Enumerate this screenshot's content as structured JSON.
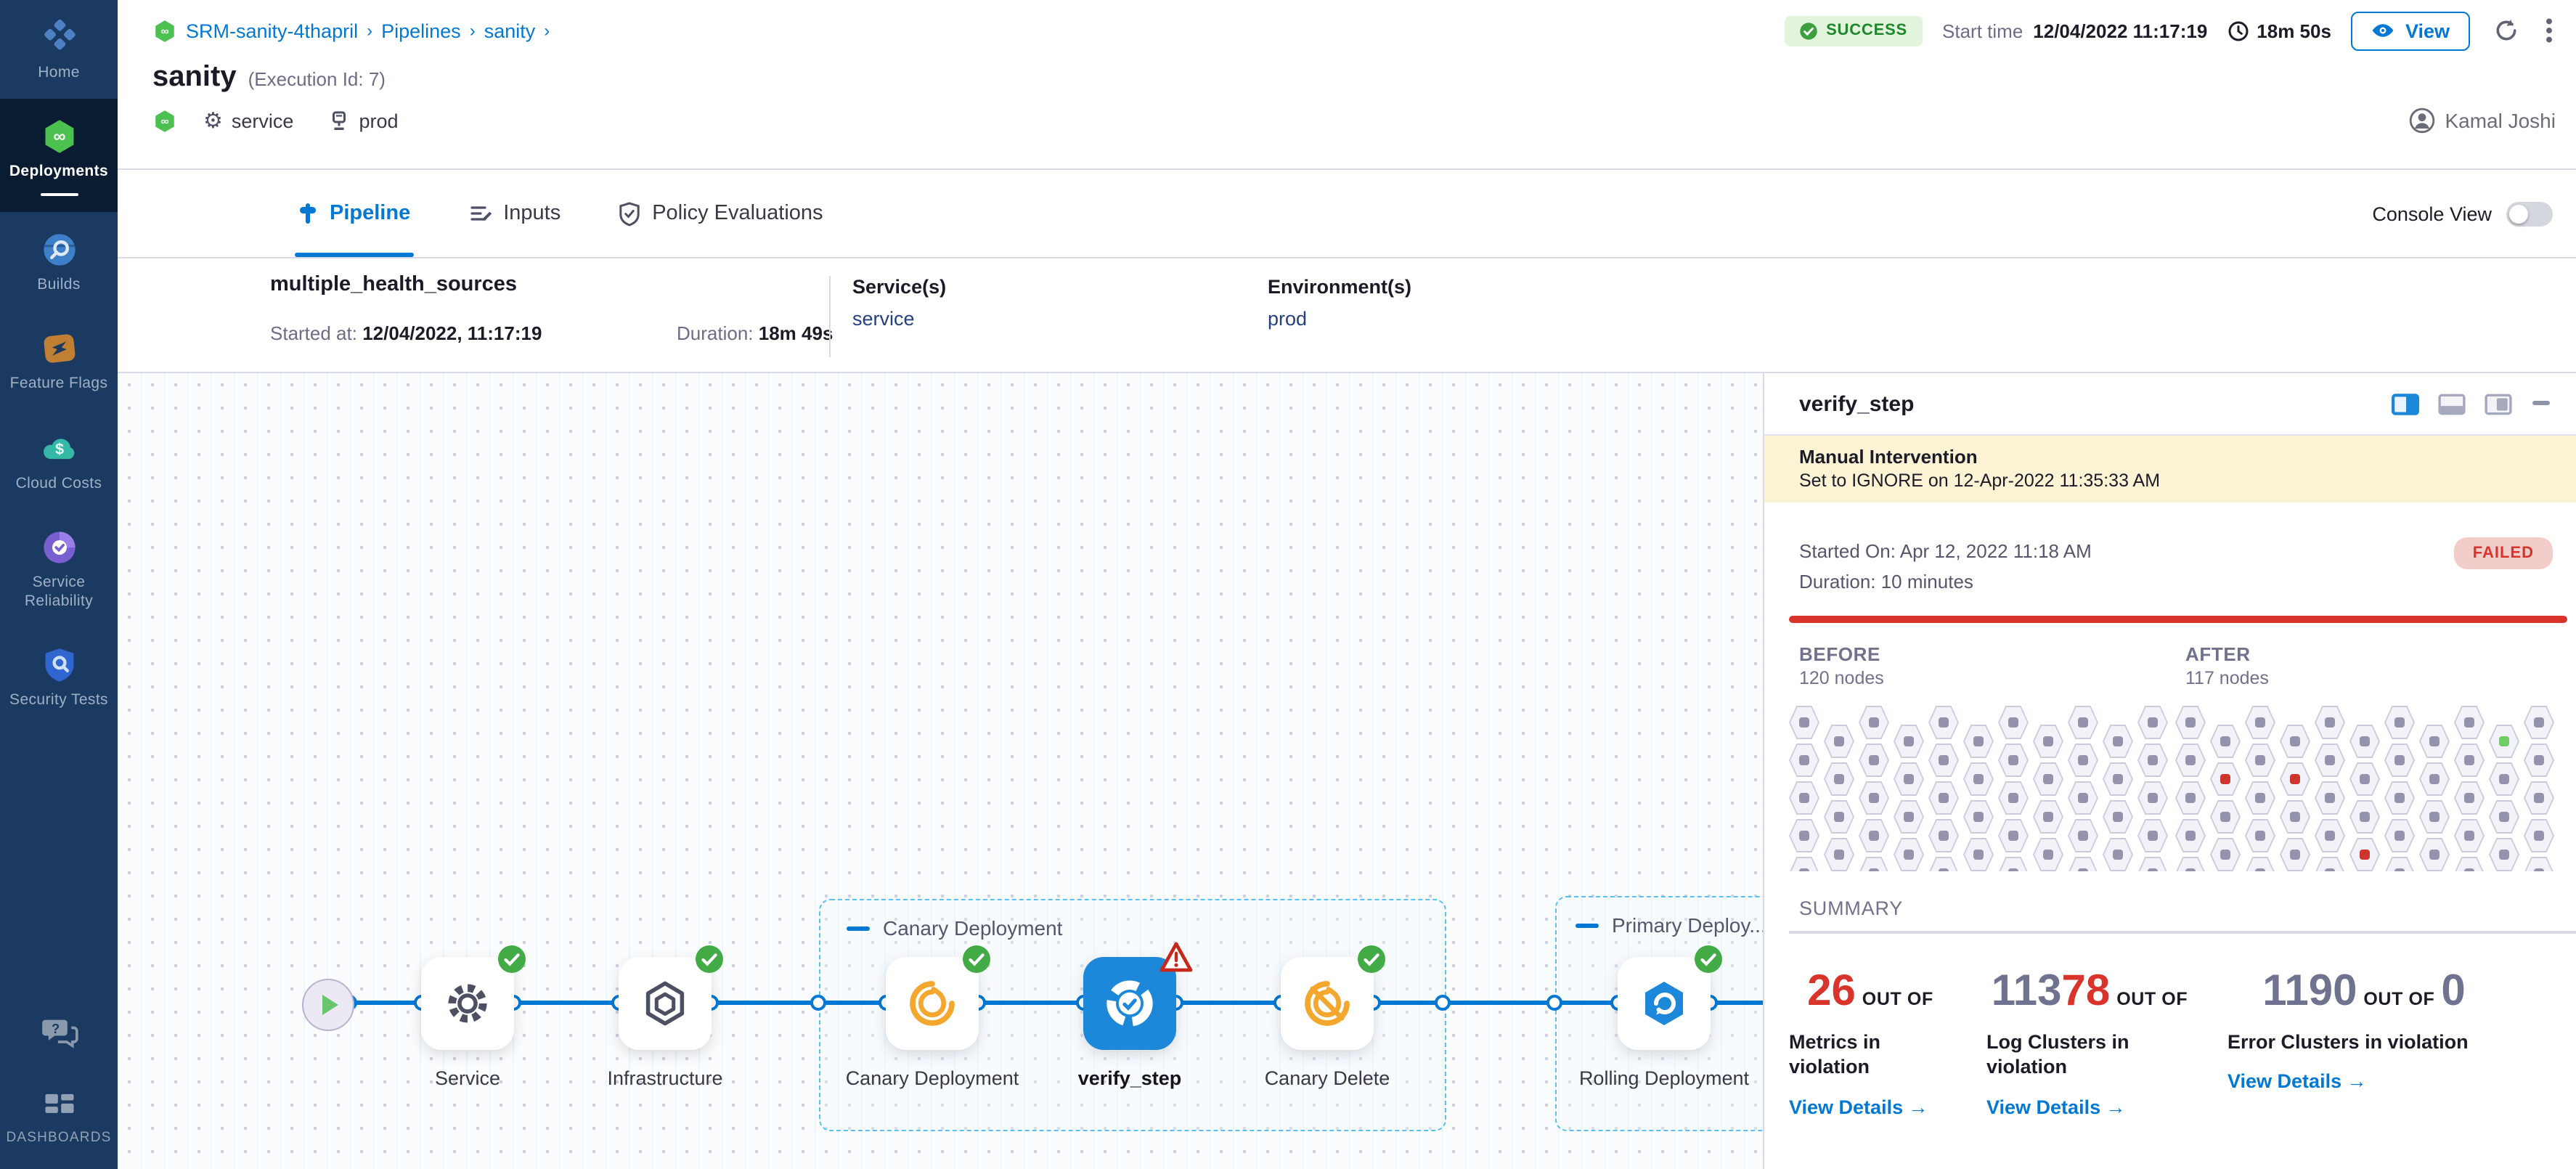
{
  "sidebar": {
    "items": [
      {
        "label": "Home"
      },
      {
        "label": "Deployments"
      },
      {
        "label": "Builds"
      },
      {
        "label": "Feature Flags"
      },
      {
        "label": "Cloud Costs"
      },
      {
        "label": "Service Reliability"
      },
      {
        "label": "Security Tests"
      }
    ],
    "dashboards_label": "DASHBOARDS"
  },
  "header": {
    "breadcrumb": {
      "items": [
        "SRM-sanity-4thapril",
        "Pipelines",
        "sanity"
      ],
      "separator": "›"
    },
    "title": "sanity",
    "execution_id": "(Execution Id: 7)",
    "tags": {
      "service": "service",
      "environment": "prod"
    },
    "status_badge": "SUCCESS",
    "start_time_label": "Start time",
    "start_time_value": "12/04/2022 11:17:19",
    "duration": "18m 50s",
    "view_button": "View",
    "user_name": "Kamal Joshi"
  },
  "tabs": {
    "pipeline": "Pipeline",
    "inputs": "Inputs",
    "policy": "Policy Evaluations",
    "console_view_label": "Console View"
  },
  "run_info": {
    "name": "multiple_health_sources",
    "started_label": "Started at:",
    "started_value": "12/04/2022, 11:17:19",
    "duration_label": "Duration:",
    "duration_value": "18m 49s",
    "services_label": "Service(s)",
    "services_value": "service",
    "environments_label": "Environment(s)",
    "environments_value": "prod"
  },
  "graph": {
    "groups": [
      {
        "label": "Canary Deployment"
      },
      {
        "label": "Primary Deploy..."
      }
    ],
    "nodes": [
      {
        "label": "Service"
      },
      {
        "label": "Infrastructure"
      },
      {
        "label": "Canary Deployment"
      },
      {
        "label": "verify_step"
      },
      {
        "label": "Canary Delete"
      },
      {
        "label": "Rolling Deployment"
      }
    ]
  },
  "panel": {
    "title": "verify_step",
    "banner_title": "Manual Intervention",
    "banner_subtitle": "Set to IGNORE on 12-Apr-2022 11:35:33 AM",
    "started_on": "Started On: Apr 12, 2022 11:18 AM",
    "duration": "Duration: 10 minutes",
    "status": "FAILED",
    "before_label": "BEFORE",
    "before_nodes": "120 nodes",
    "after_label": "AFTER",
    "after_nodes": "117 nodes",
    "summary_label": "SUMMARY",
    "view_details_arrow": "→",
    "cards": [
      {
        "num_gray": "",
        "num_red": "26",
        "outof": "OUT OF",
        "total": "",
        "title": "Metrics in violation",
        "link": "View Details"
      },
      {
        "num_gray": "113",
        "num_red": "78",
        "outof": "OUT OF",
        "total": "",
        "title": "Log Clusters in violation",
        "link": "View Details"
      },
      {
        "num_gray": "1190",
        "num_red": "",
        "outof": "OUT OF",
        "total": "0",
        "title": "Error Clusters in violation",
        "link": "View Details"
      }
    ]
  },
  "hex_grids": {
    "cols": 11,
    "rows": 5,
    "grids": {
      "before": {
        "red": [],
        "green": []
      },
      "after": {
        "red": [
          12,
          14,
          38
        ],
        "green": [
          9
        ]
      }
    }
  },
  "colors": {
    "primary_blue": "#0278d5",
    "success_green": "#42ab45",
    "danger_red": "#d9342b",
    "canary_orange": "#f3a72e",
    "sidebar_bg": "#1b3a62",
    "sidebar_active_bg": "#091c31",
    "banner_bg": "#fbf3d3",
    "failed_badge_bg": "#f3cdc9"
  }
}
